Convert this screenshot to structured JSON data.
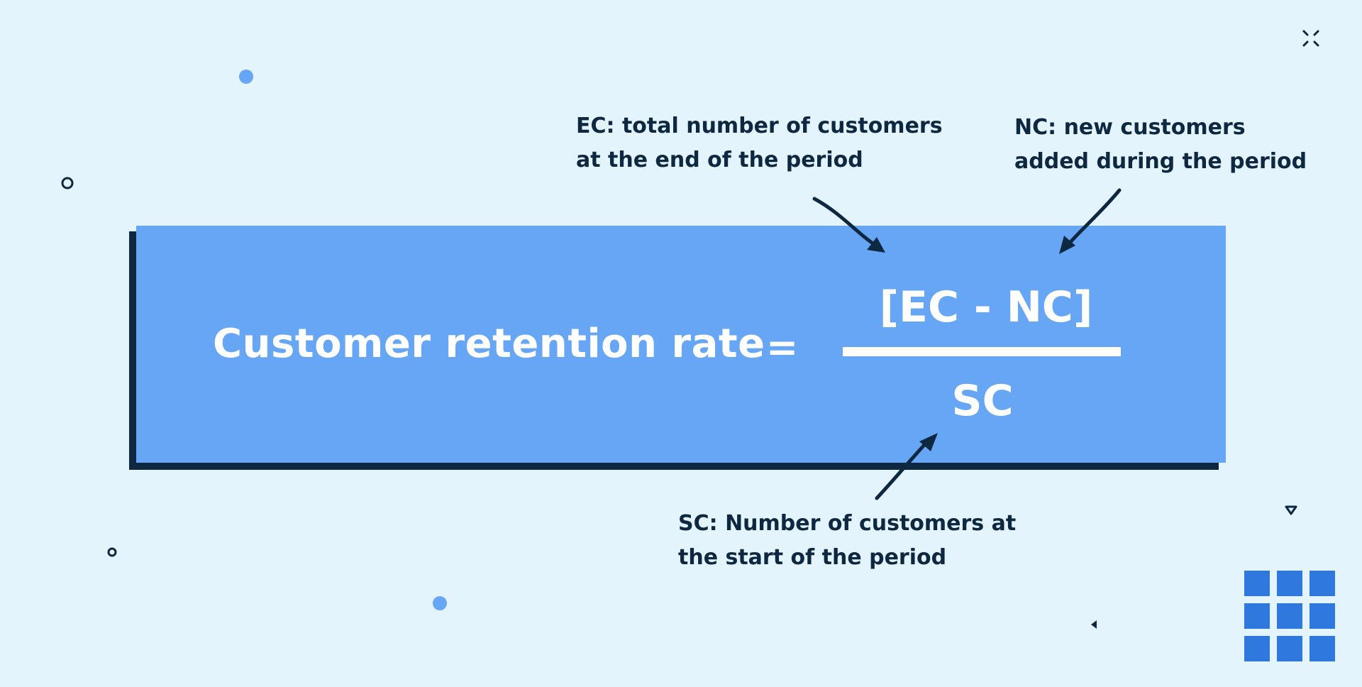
{
  "formula": {
    "left_label": "Customer retention rate",
    "equals": "=",
    "numerator": "[EC - NC]",
    "denominator": "SC"
  },
  "annotations": {
    "ec": [
      "EC: total number of customers",
      "at the end of the period"
    ],
    "nc": [
      "NC: new customers",
      "added during the period"
    ],
    "sc": [
      "SC: Number of customers at",
      "the start of the period"
    ]
  },
  "colors": {
    "background": "#e3f4fd",
    "box_fill": "#66a6f5",
    "box_shadow": "#0d2840",
    "text_dark": "#0d2840",
    "text_light": "#ffffff",
    "accent_dot": "#66a6f5",
    "grid_icon": "#2f78de"
  },
  "icons": {
    "grid": "grid-icon",
    "sparkle": "sparkle-icon",
    "triangle": "triangle-icon"
  }
}
